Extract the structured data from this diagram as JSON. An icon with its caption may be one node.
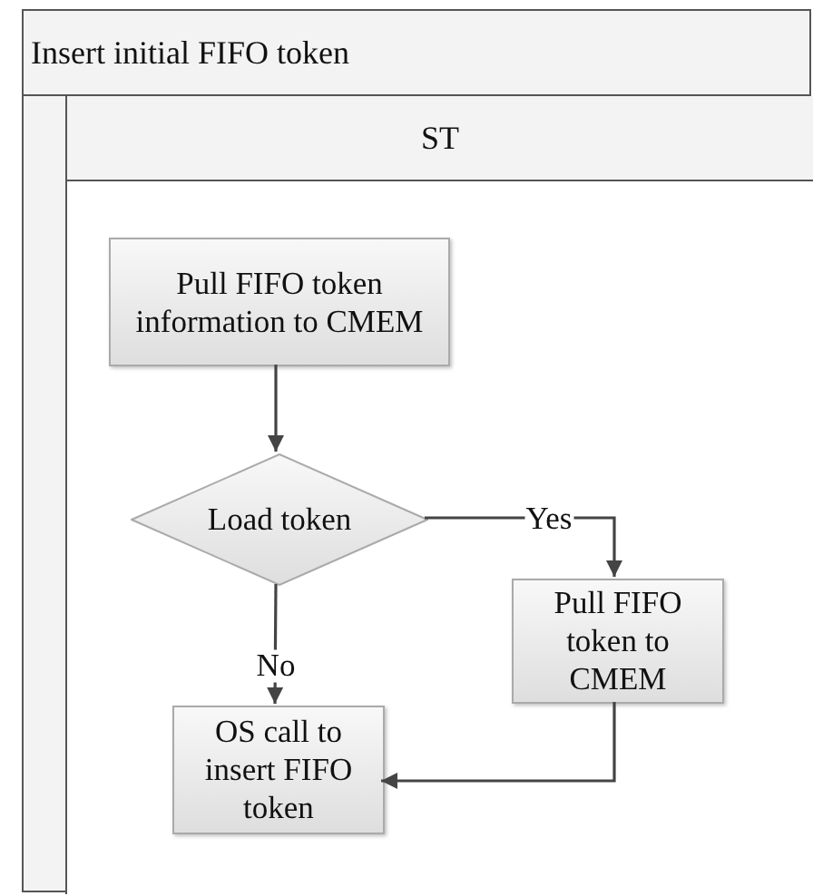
{
  "diagram": {
    "nodes": [
      {
        "text": [
          "Insert initial FIFO token"
        ]
      },
      {
        "text": [
          "ST"
        ],
        "in": 0
      },
      {
        "text": [
          "Pull FIFO token information to CMEM"
        ],
        "in": 1
      },
      {
        "text": [
          "Load token"
        ],
        "in": 1
      },
      {
        "text": [
          "Pull FIFO token to CMEM"
        ],
        "in": 1
      },
      {
        "text": [
          "OS call to insert FIFO token"
        ],
        "in": 1
      }
    ],
    "edges": [
      {
        "from": 2,
        "to": 3,
        "arrow": "to"
      },
      {
        "from": 3,
        "to": 4,
        "arrow": "to",
        "label": "Yes"
      },
      {
        "from": 3,
        "to": 5,
        "arrow": "to",
        "label": "No"
      },
      {
        "from": 4,
        "to": 5,
        "arrow": "to"
      }
    ]
  }
}
